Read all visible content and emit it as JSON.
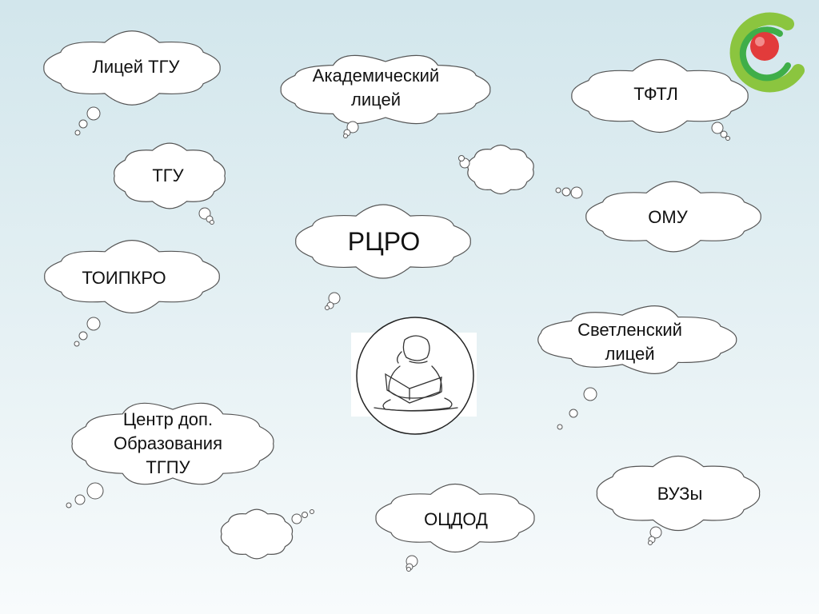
{
  "clouds": [
    {
      "id": "liceum-tgu",
      "label": "Лицей ТГУ"
    },
    {
      "id": "akadem-liceum",
      "label": "Академический\nлицей"
    },
    {
      "id": "tftl",
      "label": "ТФТЛ"
    },
    {
      "id": "tgu",
      "label": "ТГУ"
    },
    {
      "id": "rcro",
      "label": "РЦРО"
    },
    {
      "id": "omu",
      "label": "ОМУ"
    },
    {
      "id": "toipkro",
      "label": "ТОИПКРО"
    },
    {
      "id": "svetlensky-liceum",
      "label": "Светленский\nлицей"
    },
    {
      "id": "center-dop",
      "label": "Центр доп.\nОбразования\nТГПУ"
    },
    {
      "id": "vuzy",
      "label": "ВУЗы"
    },
    {
      "id": "ocdod",
      "label": "ОЦДОД"
    },
    {
      "id": "empty-top",
      "label": ""
    },
    {
      "id": "empty-bottom",
      "label": ""
    }
  ],
  "colors": {
    "cloud_fill": "#ffffff",
    "cloud_stroke": "#555555",
    "logo_green": "#3fae49",
    "logo_red": "#e23b3b"
  },
  "icons": [
    "logo-icon",
    "child-reading-icon"
  ]
}
